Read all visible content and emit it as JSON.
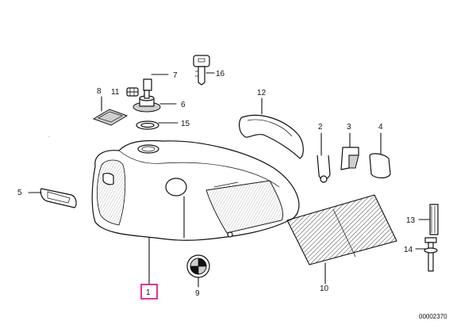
{
  "diagram": {
    "reference_code": "00002370",
    "highlight_color": "#e0007a",
    "callouts": {
      "c1": "1",
      "c2": "2",
      "c3": "3",
      "c4": "4",
      "c5": "5",
      "c6": "6",
      "c7": "7",
      "c8": "8",
      "c9": "9",
      "c10": "10",
      "c11": "11",
      "c12": "12",
      "c13": "13",
      "c14": "14",
      "c15": "15",
      "c16": "16"
    }
  }
}
